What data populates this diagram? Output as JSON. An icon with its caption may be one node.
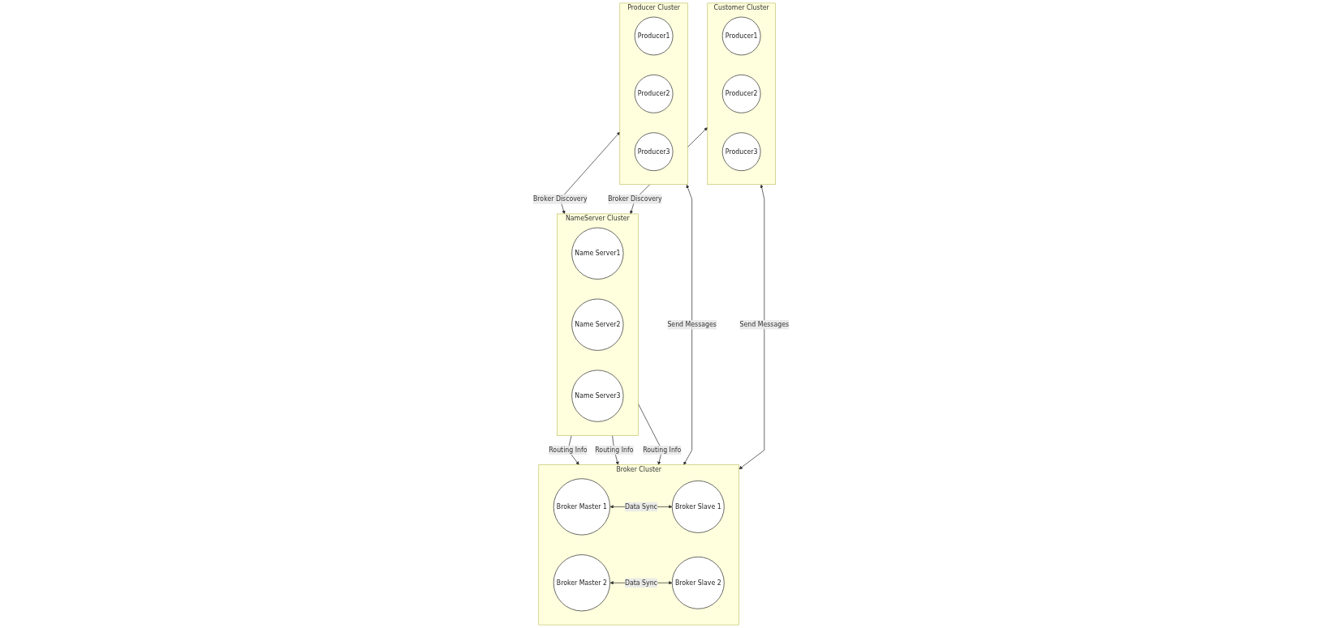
{
  "diagram": {
    "nodes": [
      {
        "text": [
          "NameServer Cluster"
        ]
      },
      {
        "text": [
          "Name Server1"
        ],
        "in": 0
      },
      {
        "text": [
          "Name Server2"
        ],
        "in": 0
      },
      {
        "text": [
          "Name Server3"
        ],
        "in": 0
      },
      {
        "text": [
          "Producer Cluster"
        ]
      },
      {
        "text": [
          "Producer1"
        ],
        "in": 4
      },
      {
        "text": [
          "Producer2"
        ],
        "in": 4
      },
      {
        "text": [
          "Producer3"
        ],
        "in": 4
      },
      {
        "text": [
          "Broker Cluster"
        ]
      },
      {
        "text": [
          "Broker Master 1"
        ],
        "in": 8
      },
      {
        "text": [
          "Broker Slave 1"
        ],
        "in": 8
      },
      {
        "text": [
          "Broker Master 2"
        ],
        "in": 8
      },
      {
        "text": [
          "Broker Slave 2"
        ],
        "in": 8
      },
      {
        "text": [
          "Customer Cluster"
        ]
      },
      {
        "text": [
          "Producer1"
        ],
        "in": 13
      },
      {
        "text": [
          "Producer2"
        ],
        "in": 13
      },
      {
        "text": [
          "Producer3"
        ],
        "in": 13
      }
    ],
    "edges": [
      {
        "from": 4,
        "to": 0,
        "arrow": "both",
        "label": "Broker Discovery"
      },
      {
        "from": 13,
        "to": 0,
        "arrow": "both",
        "label": "Broker Discovery"
      },
      {
        "from": 0,
        "to": 8,
        "arrow": "to",
        "label": "Routing Info"
      },
      {
        "from": 0,
        "to": 8,
        "arrow": "to",
        "label": "Routing Info"
      },
      {
        "from": 0,
        "to": 8,
        "arrow": "to",
        "label": "Routing Info"
      },
      {
        "from": 4,
        "to": 8,
        "arrow": "both",
        "label": "Send Messages"
      },
      {
        "from": 9,
        "to": 10,
        "arrow": "both",
        "label": "Data Sync"
      },
      {
        "from": 11,
        "to": 12,
        "arrow": "both",
        "label": "Data Sync"
      },
      {
        "from": 8,
        "to": 13,
        "arrow": "both",
        "label": "Send Messages"
      }
    ]
  }
}
